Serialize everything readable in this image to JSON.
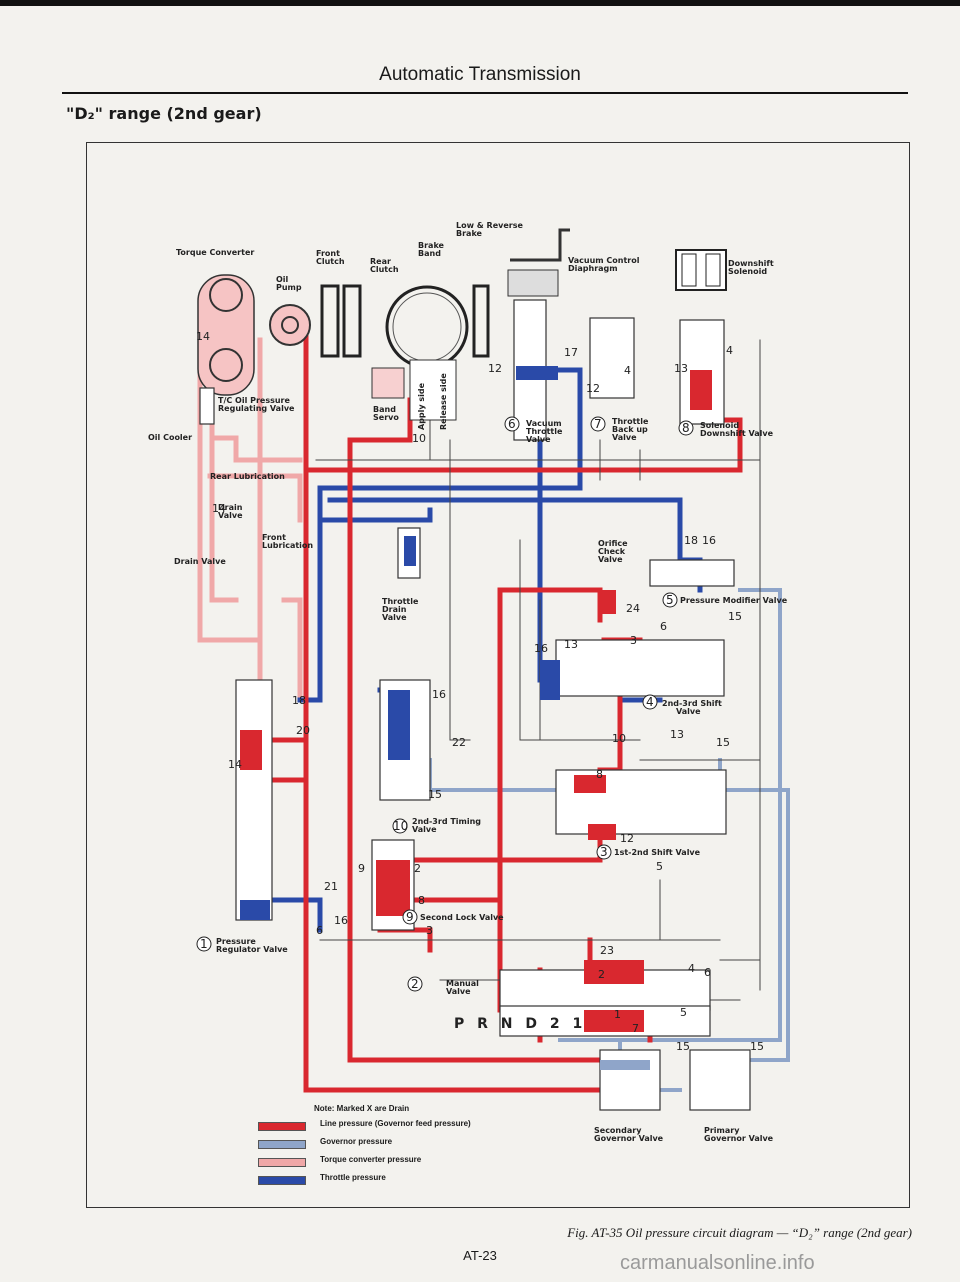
{
  "header": {
    "title": "Automatic Transmission",
    "section": "\"D₂\" range (2nd gear)"
  },
  "colors": {
    "line_pressure": "#d9282f",
    "governor_pressure": "#8fa5c9",
    "torque_converter_pressure": "#f0a8a8",
    "throttle_pressure": "#2a4aa8"
  },
  "labels": {
    "torque_converter": "Torque Converter",
    "oil_pump": [
      "Oil",
      "Pump"
    ],
    "front_clutch": [
      "Front",
      "Clutch"
    ],
    "rear_clutch": [
      "Rear",
      "Clutch"
    ],
    "low_reverse_brake": [
      "Low & Reverse",
      "Brake"
    ],
    "brake_band": [
      "Brake",
      "Band"
    ],
    "vacuum_control": [
      "Vacuum Control",
      "Diaphragm"
    ],
    "downshift_solenoid": [
      "Downshift",
      "Solenoid"
    ],
    "tc_oil_pressure": [
      "T/C Oil Pressure",
      "Regulating Valve"
    ],
    "oil_cooler": "Oil Cooler",
    "band_servo": [
      "Band",
      "Servo"
    ],
    "apply_side": "Apply side",
    "release_side": "Release side",
    "vacuum_throttle": [
      "Vacuum",
      "Throttle",
      "Valve"
    ],
    "throttle_backup": [
      "Throttle",
      "Back up",
      "Valve"
    ],
    "solenoid_downshift": [
      "Solenoid",
      "Downshift Valve"
    ],
    "rear_lubrication": "Rear Lubrication",
    "drain_valve_small": [
      "Drain",
      "Valve"
    ],
    "drain_valve": "Drain Valve",
    "front_lubrication": [
      "Front",
      "Lubrication"
    ],
    "throttle_drain": [
      "Throttle",
      "Drain",
      "Valve"
    ],
    "orifice_check": [
      "Orifice",
      "Check",
      "Valve"
    ],
    "pressure_modifier": "Pressure Modifier Valve",
    "shift_23": [
      "2nd-3rd Shift",
      "Valve"
    ],
    "timing_23": [
      "2nd-3rd Timing",
      "Valve"
    ],
    "shift_12": "1st-2nd Shift Valve",
    "second_lock": "Second Lock Valve",
    "pressure_regulator": [
      "Pressure",
      "Regulator  Valve"
    ],
    "manual_valve": [
      "Manual",
      "Valve"
    ],
    "prnd": "P R N D 2 1",
    "secondary_governor": [
      "Secondary",
      "Governor Valve"
    ],
    "primary_governor": [
      "Primary",
      "Governor Valve"
    ]
  },
  "valve_numbers": {
    "pressure_regulator": "1",
    "manual": "2",
    "shift_12": "3",
    "shift_23": "4",
    "pressure_modifier": "5",
    "vacuum_throttle": "6",
    "throttle_backup": "7",
    "solenoid_downshift": "8",
    "second_lock": "9",
    "timing_23": "10"
  },
  "note": "Note:  Marked X are Drain",
  "legend": [
    {
      "label": "Line pressure (Governor feed pressure)"
    },
    {
      "label": "Governor pressure"
    },
    {
      "label": "Torque converter pressure"
    },
    {
      "label": "Throttle pressure"
    }
  ],
  "caption": "Fig. AT-35  Oil pressure circuit diagram — “D₂” range (2nd gear)",
  "page_number": "AT-23",
  "watermark": "carmanualsonline.info"
}
